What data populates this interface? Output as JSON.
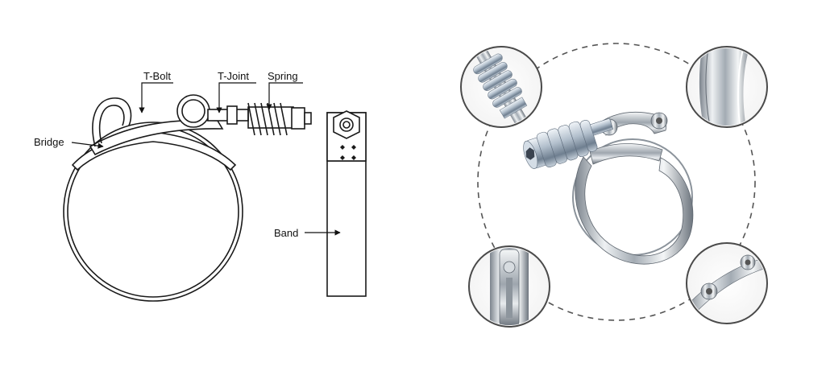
{
  "labels": {
    "tbolt": "T-Bolt",
    "tjoint": "T-Joint",
    "spring": "Spring",
    "bridge": "Bridge",
    "band": "Band"
  },
  "colors": {
    "line": "#1a1a1a",
    "steel_light": "#e9ecef",
    "steel_mid": "#b8bfc6",
    "steel_dark": "#6f7780",
    "zinc_light": "#dfe6ee",
    "zinc_mid": "#a9b6c4",
    "zinc_dark": "#5e6c7c",
    "dashed_circle": "#555555",
    "detail_ring": "#4a4a4a"
  },
  "detail_views": [
    {
      "name": "spring-detail-photo"
    },
    {
      "name": "band-edge-detail-photo"
    },
    {
      "name": "bridge-detail-photo"
    },
    {
      "name": "tjoint-detail-photo"
    }
  ]
}
